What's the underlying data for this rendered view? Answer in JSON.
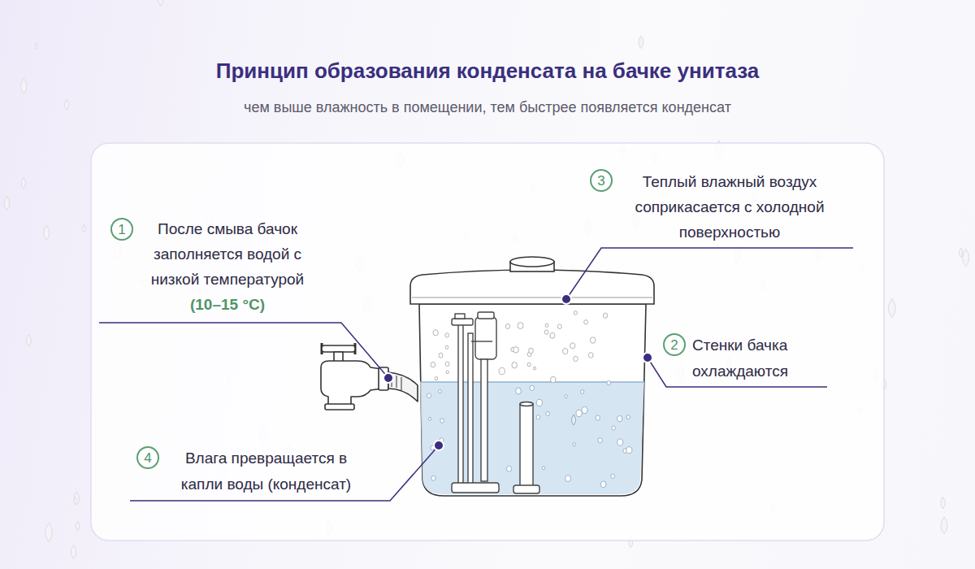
{
  "diagram": {
    "title": "Принцип образования конденсата на бачке унитаза",
    "caption": "чем выше влажность в помещении, тем быстрее появляется конденсат",
    "nodes": [
      {
        "text": [
          "1"
        ]
      },
      {
        "text": [
          "3"
        ]
      },
      {
        "text": [
          "2"
        ]
      },
      {
        "text": [
          "4"
        ]
      }
    ],
    "labels": [
      "После смыва бачок заполняется водой с низкой температурой",
      "(10–15 °C)",
      "Теплый влажный воздух соприкасается с холодной поверхностью",
      "Стенки бачка охлаждаются",
      "Влага превращается в капли воды (конденсат)"
    ]
  }
}
